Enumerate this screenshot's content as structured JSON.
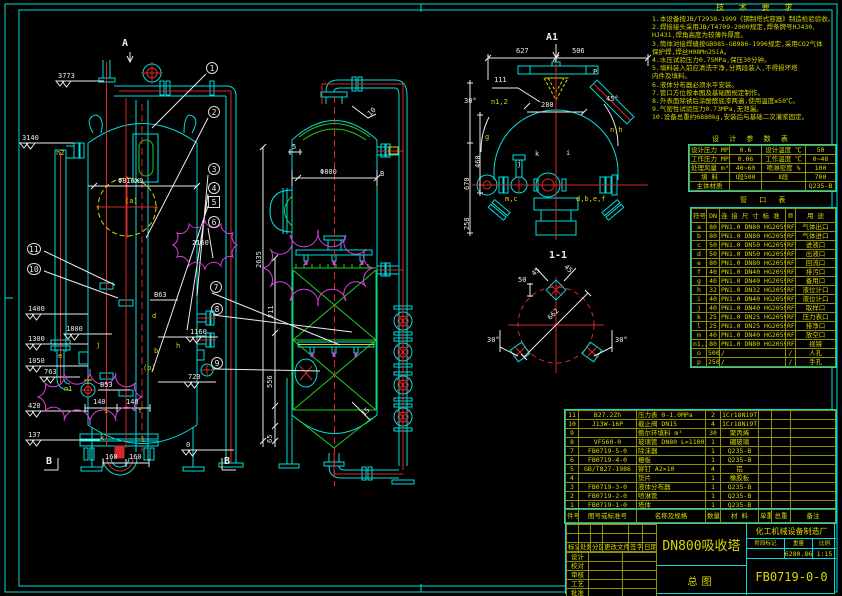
{
  "accent_colors": {
    "cyan": "#00dede",
    "red": "#d42a2a",
    "green": "#1ecf1e",
    "yellow": "#d8d800",
    "magenta": "#d93fd9",
    "white": "#ececec"
  },
  "notes": {
    "title": "技 术 要 求",
    "lines": [
      "1.本设备按JB/T2938-1999《钢制塔式容器》制造检验验收。",
      "2.焊接接头采用JB/T4709-2000规定,焊条牌号HJ430、",
      "  HJ431,焊角高度为较薄件厚度。",
      "3.筒体对接焊缝按GB985-GB986-1996规定,采用CO2气体",
      "  保护焊,焊丝H08Mn2SiA。",
      "4.水压试验压力0.75MPa,保压30分钟。",
      "5.填料装入前应清洗干净,分两段装入,不得损坏塔",
      "  内件及填料。",
      "6.液体分布器必须水平安装。",
      "7.管口方位按本图及基础图规定制作。",
      "8.外表面除锈后涂酚醛底漆两遍,使用温度≤50℃。",
      "9.气密性试验压力0.73MPa,无泄漏。",
      "10.设备总重约6880kg,安装后与基础二次灌浆固定。"
    ]
  },
  "param_table": {
    "title": "设 计 参 数 表",
    "rows": [
      [
        "设计压力 MPa",
        "0.6",
        "设计温度 ℃",
        "50"
      ],
      [
        "工作压力 MPa",
        "0.06",
        "工作温度 ℃",
        "0~48"
      ],
      [
        "处理风量 m³/h",
        "40~60",
        "喷淋密度 %",
        "100"
      ],
      [
        "填 料",
        "Ⅰ段500",
        "Ⅱ段",
        "700"
      ],
      [
        "主体材质",
        "",
        "",
        "Q235-B"
      ]
    ]
  },
  "nozzle_table": {
    "title": "管 口 表",
    "header": [
      "符号",
      "DN",
      "连 接 尺 寸 标 准",
      "面",
      "用 途"
    ],
    "rows": [
      [
        "a",
        "80",
        "PN1.0 DN80 HG20592",
        "RF",
        "气体出口"
      ],
      [
        "b",
        "80",
        "PN1.0 DN80 HG20592",
        "RF",
        "气体进口"
      ],
      [
        "c",
        "50",
        "PN1.0 DN50 HG20592",
        "RF",
        "进液口"
      ],
      [
        "d",
        "50",
        "PN1.0 DN50 HG20592",
        "RF",
        "出液口"
      ],
      [
        "e",
        "80",
        "PN1.0 DN80 HG20592",
        "RF",
        "回流口"
      ],
      [
        "f",
        "40",
        "PN1.0 DN40 HG20592",
        "RF",
        "排污口"
      ],
      [
        "g",
        "40",
        "PN1.0 DN40 HG20592",
        "RF",
        "备用口"
      ],
      [
        "h",
        "32",
        "PN1.0 DN32 HG20592",
        "RF",
        "液位计口"
      ],
      [
        "i",
        "40",
        "PN1.0 DN40 HG20592",
        "RF",
        "液位计口"
      ],
      [
        "j",
        "40",
        "PN1.0 DN40 HG20592",
        "RF",
        "取样口"
      ],
      [
        "k",
        "25",
        "PN1.0 DN25 HG20592",
        "RF",
        "压力表口"
      ],
      [
        "l",
        "25",
        "PN1.0 DN25 HG20592",
        "RF",
        "排净口"
      ],
      [
        "m",
        "40",
        "PN1.0 DN40 HG20592",
        "RF",
        "放空口"
      ],
      [
        "n1,2",
        "80",
        "PN1.0 DN80 HG20592",
        "RF",
        "视镜"
      ],
      [
        "o",
        "500",
        "/",
        "/",
        "人孔"
      ],
      [
        "p",
        "250",
        "/",
        "/",
        "手孔"
      ]
    ]
  },
  "bom": {
    "header": [
      "件号",
      "图号或标准号",
      "名称及规格",
      "数量",
      "材 料",
      "单重",
      "总重",
      "备注"
    ],
    "rows": [
      [
        "11",
        "B27.2Zh",
        "压力表 0-1.0MPa",
        "2",
        "1Cr18Ni9Ti",
        "",
        "",
        ""
      ],
      [
        "10",
        "J13W-16P",
        "截止阀 DN15",
        "4",
        "1Cr18Ni9Ti",
        "",
        "",
        ""
      ],
      [
        "9",
        "",
        "鲍尔环填料 m³",
        "30",
        "聚丙烯",
        "",
        "",
        ""
      ],
      [
        "8",
        "VF560-0",
        "玻璃管 DN80 L=1100",
        "1",
        "硼玻璃",
        "",
        "",
        ""
      ],
      [
        "7",
        "FB0719-5-0",
        "除沫器",
        "1",
        "Q235-B",
        "",
        "",
        ""
      ],
      [
        "6",
        "FB0719-4-0",
        "栅板",
        "1",
        "Q235-B",
        "",
        "",
        ""
      ],
      [
        "5",
        "GB/T827-1986",
        "铆钉 A2×10",
        "4",
        "铝",
        "",
        "",
        ""
      ],
      [
        "4",
        "",
        "垫片",
        "1",
        "橡胶板",
        "",
        "",
        ""
      ],
      [
        "3",
        "FB0719-3-0",
        "液体分布器",
        "1",
        "Q235-B",
        "",
        "",
        ""
      ],
      [
        "2",
        "FB0719-2-0",
        "喷淋管",
        "1",
        "Q235-B",
        "",
        "",
        ""
      ],
      [
        "1",
        "FB0719-1-0",
        "塔体",
        "1",
        "Q235-B",
        "",
        "",
        ""
      ]
    ]
  },
  "title_block": {
    "company": "化工机械设备制造厂",
    "product": "DN800吸收塔",
    "drawing_type": "总图",
    "drawing_no": "FB0719-0-0",
    "stage_label": "阶段标记",
    "weight_label": "重量",
    "scale_label": "比例",
    "weight": "6280.86",
    "scale": "1:15",
    "rev_rows": [
      [
        "",
        "",
        "",
        "",
        "",
        ""
      ],
      [
        "",
        "",
        "",
        "",
        "",
        ""
      ],
      [
        "标记",
        "处数",
        "分区",
        "更改文件号",
        "签字",
        "日期"
      ]
    ],
    "sig_rows": [
      [
        "设计",
        "",
        ""
      ],
      [
        "校对",
        "",
        ""
      ],
      [
        "审核",
        "",
        ""
      ],
      [
        "工艺",
        "",
        ""
      ],
      [
        "批准",
        "",
        ""
      ]
    ]
  },
  "labels": {
    "secA": "A",
    "secA1": "A1",
    "secB": "B",
    "t11": "1-1",
    "P": "P",
    "d3773": "3773",
    "d3140": "3140",
    "d1400": "1400",
    "d1800": "1800",
    "d1300": "1300",
    "d1050": "1050",
    "d763": "763",
    "d420": "420",
    "d137": "137",
    "d0": "0",
    "d1160": "1160",
    "d720": "720",
    "dB63": "B63",
    "dB53": "B53",
    "d140": "140",
    "d160": "160",
    "dia_shell": "Φ816X9",
    "d2160": "2160",
    "d5": "5",
    "d10": "10",
    "d15": "15",
    "d800": "Φ800",
    "d2635": "2635",
    "d711": "711",
    "d556": "556",
    "d65": "65",
    "d627": "627",
    "d506": "506",
    "d111": "111",
    "d280": "280",
    "d460": "460",
    "d670": "670",
    "d258": "258",
    "a30": "30°",
    "a45": "45°",
    "d45": "45",
    "d50": "50",
    "d662": "662",
    "b1": "1",
    "b2": "2",
    "b3": "3",
    "b4": "4",
    "b5": "5",
    "b6": "6",
    "b7": "7",
    "b8": "8",
    "b9": "9",
    "b10": "10",
    "b11": "11",
    "na": "(a)",
    "np": "(p)",
    "nb": "b",
    "nd": "d",
    "ne": "e",
    "nf": "f",
    "nh": "h",
    "ni": "i",
    "nj": "j",
    "nk": "k",
    "nl": "l",
    "nn1": "n1",
    "nn2": "n2",
    "n12": "n1,2",
    "nmc": "m,c",
    "ndbef": "d,b,e,f",
    "nnh": "n,h",
    "ng": "g",
    "pj": "j",
    "pk": "k",
    "pi": "i"
  }
}
